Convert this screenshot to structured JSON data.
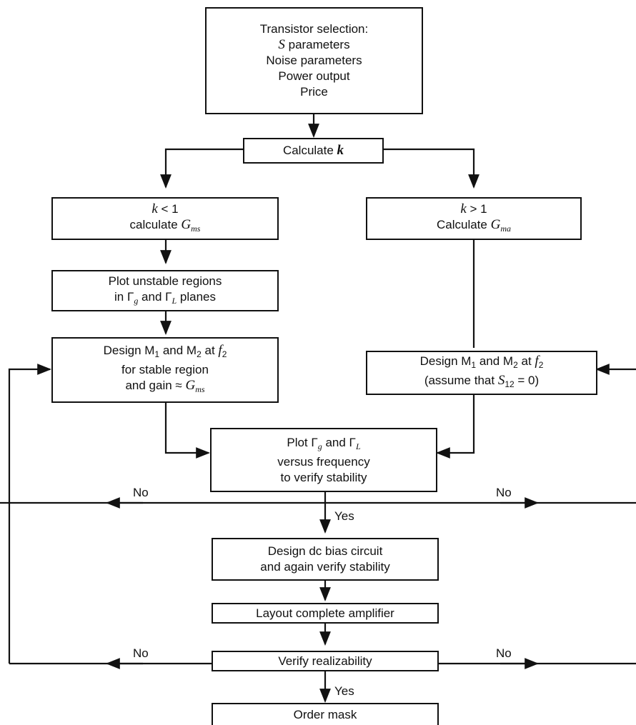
{
  "nodes": {
    "transistor": {
      "line1": "Transistor selection:",
      "line2_sym": "S",
      "line2_text": " parameters",
      "line3": "Noise parameters",
      "line4": "Power output",
      "line5": "Price"
    },
    "calc_k": {
      "text": "Calculate ",
      "sym": "k"
    },
    "k_less": {
      "sym": "k",
      "rel": " < 1",
      "line2_text": "calculate ",
      "line2_sym": "G",
      "line2_sub": "ms"
    },
    "k_greater": {
      "sym": "k",
      "rel": " > 1",
      "line2_text": "Calculate ",
      "line2_sym": "G",
      "line2_sub": "ma"
    },
    "plot_unstable": {
      "line1": "Plot unstable regions",
      "line2_a": "in Γ",
      "line2_sub_a": "g",
      "line2_b": " and Γ",
      "line2_sub_b": "L",
      "line2_c": " planes"
    },
    "design_left": {
      "line1_a": "Design M",
      "line1_sub_a": "1",
      "line1_b": " and M",
      "line1_sub_b": "2",
      "line1_c": " at ",
      "line1_sym": "f",
      "line1_sub_c": "2",
      "line2": "for stable region",
      "line3_a": "and gain ≈ ",
      "line3_sym": "G",
      "line3_sub": "ms"
    },
    "design_right": {
      "line1_a": "Design M",
      "line1_sub_a": "1",
      "line1_b": " and M",
      "line1_sub_b": "2",
      "line1_c": " at ",
      "line1_sym": "f",
      "line1_sub_c": "2",
      "line2_a": "(assume that ",
      "line2_sym": "S",
      "line2_sub": "12",
      "line2_b": " = 0)"
    },
    "plot_gamma": {
      "line1_a": "Plot Γ",
      "line1_sub_a": "g",
      "line1_b": " and Γ",
      "line1_sub_b": "L",
      "line2": "versus frequency",
      "line3": "to verify stability"
    },
    "dc_bias": {
      "line1": "Design dc bias circuit",
      "line2": "and again verify stability"
    },
    "layout": {
      "text": "Layout complete amplifier"
    },
    "verify": {
      "text": "Verify realizability"
    },
    "order": {
      "text": "Order mask"
    }
  },
  "branch_labels": {
    "no_left_1": "No",
    "no_right_1": "No",
    "yes_1": "Yes",
    "no_left_2": "No",
    "no_right_2": "No",
    "yes_2": "Yes"
  }
}
